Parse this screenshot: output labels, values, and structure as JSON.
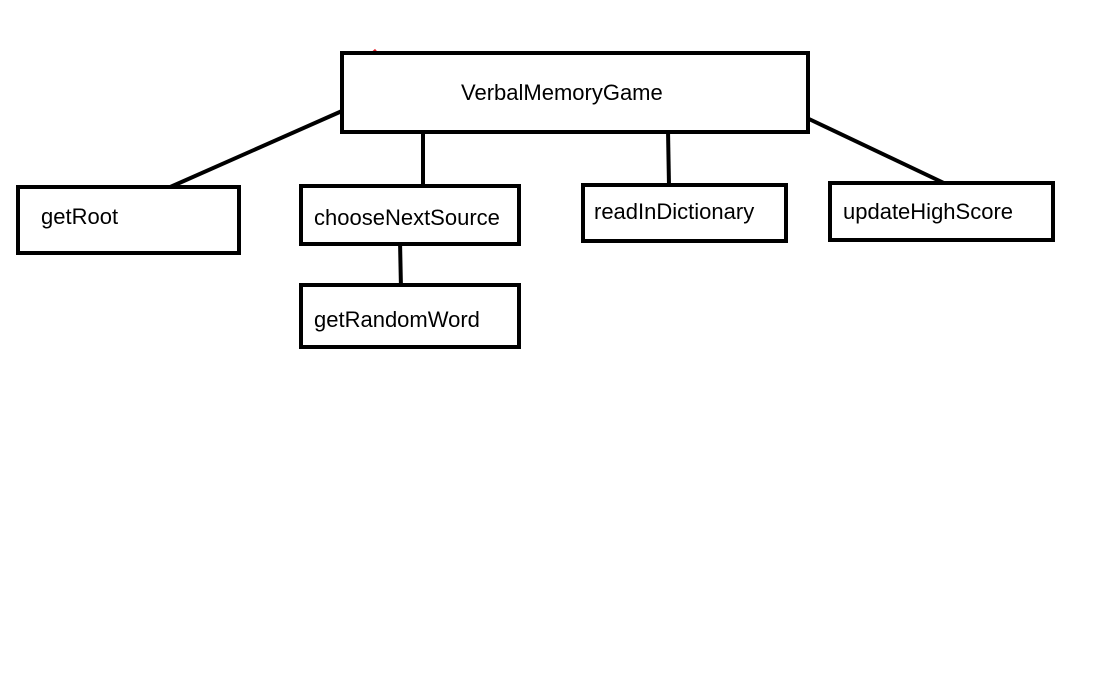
{
  "diagram": {
    "root": {
      "label": "VerbalMemoryGame"
    },
    "children": [
      {
        "id": "getroot",
        "label": "getRoot"
      },
      {
        "id": "choose",
        "label": "chooseNextSource"
      },
      {
        "id": "read",
        "label": "readInDictionary"
      },
      {
        "id": "update",
        "label": "updateHighScore"
      }
    ],
    "grandchildren": [
      {
        "id": "random",
        "label": "getRandomWord",
        "parent": "chooseNextSource"
      }
    ],
    "colors": {
      "stroke": "#000000",
      "background": "#ffffff",
      "mark": "#e8202a"
    }
  }
}
